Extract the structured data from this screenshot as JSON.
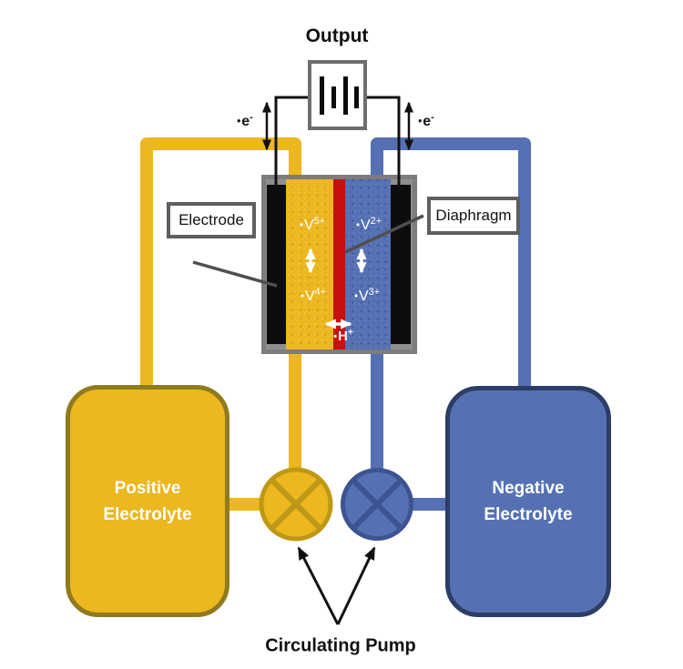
{
  "output_label": "Output",
  "electron": {
    "bullet": "•",
    "element": "e",
    "charge": "-"
  },
  "boxes": {
    "electrode": "Electrode",
    "diaphragm": "Diaphragm"
  },
  "cell": {
    "ions": {
      "pos_top": {
        "bullet": "•",
        "element": "V",
        "charge": "5+"
      },
      "neg_top": {
        "bullet": "•",
        "element": "V",
        "charge": "2+"
      },
      "pos_bottom": {
        "bullet": "•",
        "element": "V",
        "charge": "4+"
      },
      "neg_bottom": {
        "bullet": "•",
        "element": "V",
        "charge": "3+"
      },
      "proton": {
        "bullet": "•",
        "element": "H",
        "charge": "+"
      }
    }
  },
  "tanks": {
    "positive": {
      "line1": "Positive",
      "line2": "Electrolyte"
    },
    "negative": {
      "line1": "Negative",
      "line2": "Electrolyte"
    }
  },
  "pump_label": "Circulating Pump",
  "colors": {
    "pipe-yellow": "#ECB71F",
    "pump-yellow-dark": "#BE9815",
    "tank-yellow-border": "#8F7B1D",
    "pipe-blue": "#5571B3",
    "pump-blue-dark": "#3E5492",
    "tank-blue-border": "#2C3D66",
    "diaphragm-red": "#C8100F",
    "cell-frame": "#7D7D7D",
    "electrode-black": "#0D0D0D",
    "wire-black": "#111111",
    "pointer-gray": "#4F4F4F"
  }
}
